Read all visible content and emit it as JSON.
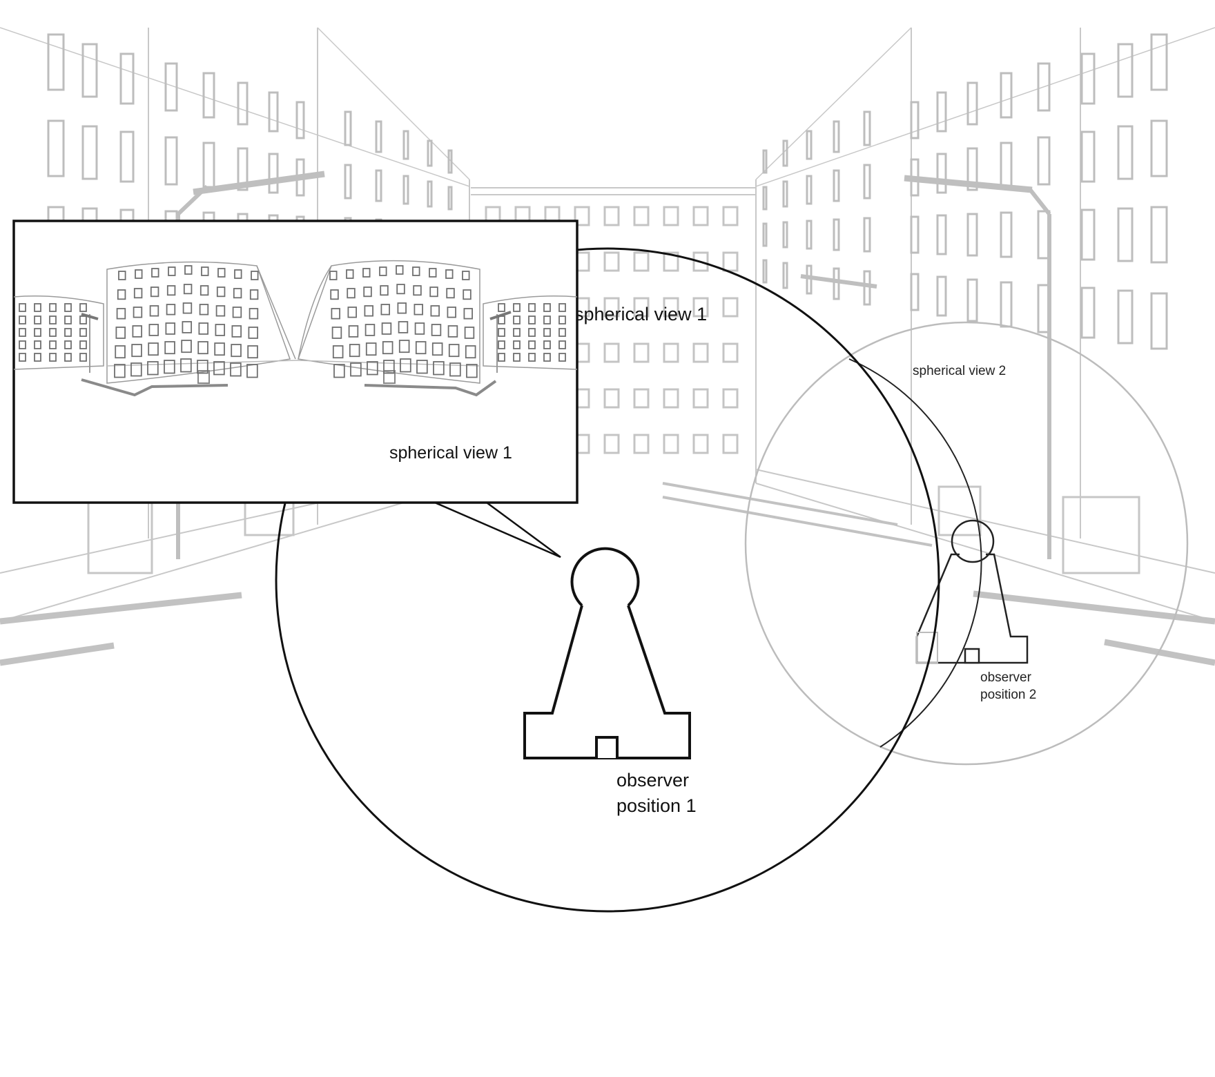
{
  "labels": {
    "spherical_view_1": "spherical view 1",
    "spherical_view_2": "spherical view 2",
    "observer_position_1_line1": "observer",
    "observer_position_1_line2": "position 1",
    "observer_position_2_line1": "observer",
    "observer_position_2_line2": "position 2"
  },
  "colors": {
    "background": "#ffffff",
    "scene_line": "#cccccc",
    "outline": "#111111",
    "faded_outline": "#bbbbbb"
  }
}
